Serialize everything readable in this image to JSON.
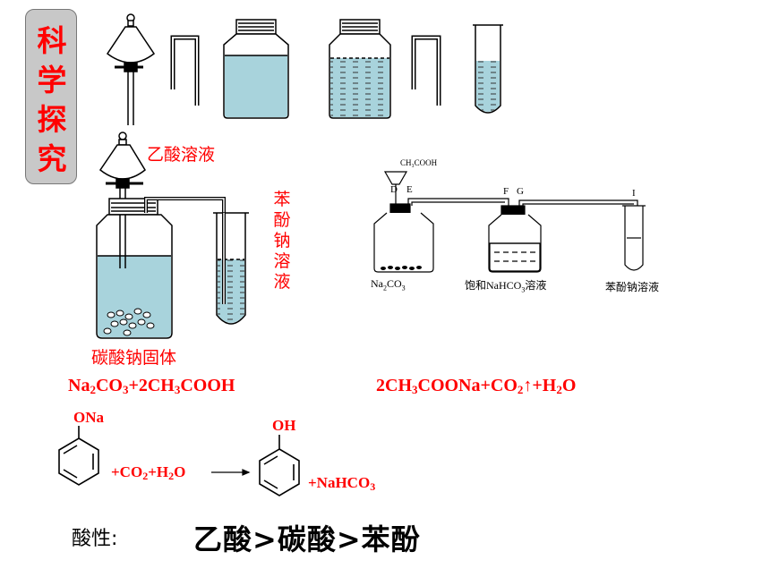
{
  "badge": {
    "chars": [
      "科",
      "学",
      "探",
      "究"
    ]
  },
  "labels": {
    "acetic_acid_solution": "乙酸溶液",
    "phenol_sodium_solution_chars": [
      "苯",
      "酚",
      "钠",
      "溶",
      "液"
    ],
    "sodium_carbonate_solid": "碳酸钠固体"
  },
  "apparatus2": {
    "funnel_label": "CH₃COOH",
    "letters": [
      "D",
      "E",
      "F",
      "G",
      "I"
    ],
    "flask1_label_pre": "Na",
    "flask1_label_sub1": "2",
    "flask1_label_mid": "CO",
    "flask1_label_sub2": "3",
    "flask2_label_pre": "饱和NaHCO",
    "flask2_label_sub": "3",
    "flask2_label_post": "溶液",
    "tube_label": "苯酚钠溶液"
  },
  "equation1": {
    "p1": "Na",
    "s1": "2",
    "p2": "CO",
    "s2": "3",
    "p3": "+2CH",
    "s3": "3",
    "p4": "COOH",
    "p5": "2CH",
    "s5": "3",
    "p6": "COONa+CO",
    "s6": "2",
    "p7": "↑+H",
    "s7": "2",
    "p8": "O"
  },
  "equation2": {
    "reactant_sub": "ONa",
    "reagent_p1": "+CO",
    "reagent_s1": "2",
    "reagent_p2": "+H",
    "reagent_s2": "2",
    "reagent_p3": "O",
    "product_sub": "OH",
    "byproduct_p1": "+NaHCO",
    "byproduct_s1": "3"
  },
  "acidity": {
    "label": "酸性:",
    "order": "乙酸>碳酸>苯酚"
  },
  "colors": {
    "accent": "#ff0000",
    "liquid": "#a8d3dc",
    "badge_bg": "#c8c8c8"
  }
}
